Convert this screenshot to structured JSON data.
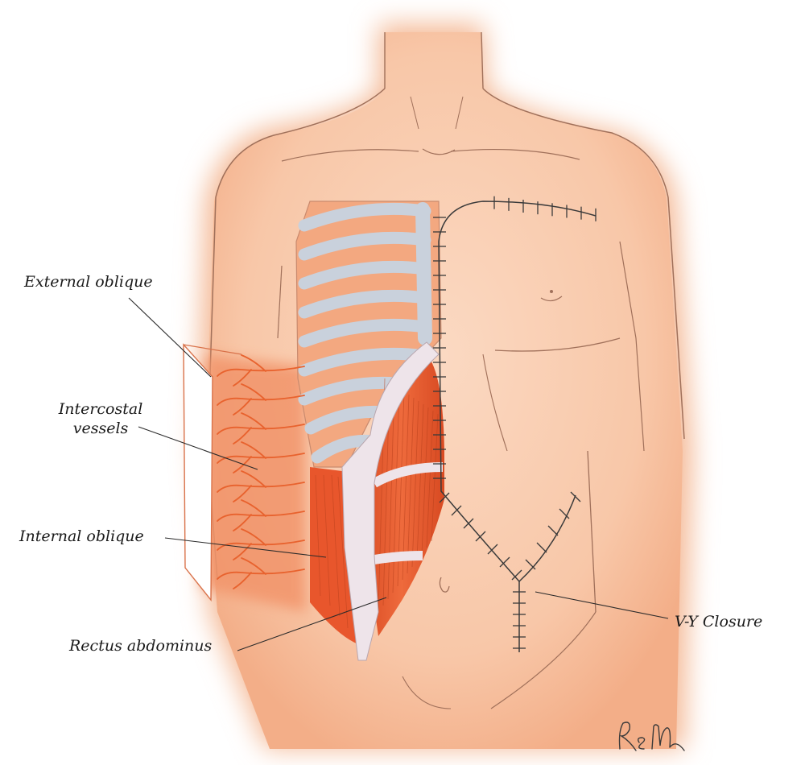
{
  "labels": {
    "external_oblique": "External oblique",
    "intercostal_line1": "Intercostal",
    "intercostal_line2": "vessels",
    "internal_oblique": "Internal oblique",
    "rectus_abdominus": "Rectus abdominus",
    "vy_closure": "V-Y Closure"
  },
  "signature": "RSM",
  "colors": {
    "skin": "#f6c4a4",
    "skin_glow": "#f3a27a",
    "outline": "#a0705a",
    "rib": "#c9d1dc",
    "intercostal_space": "#f0a27e",
    "muscle": "#e8562c",
    "fascia": "#eee4ea",
    "vessel": "#e8622e",
    "suture": "#3a3a3a",
    "text": "#1a1a1a"
  }
}
